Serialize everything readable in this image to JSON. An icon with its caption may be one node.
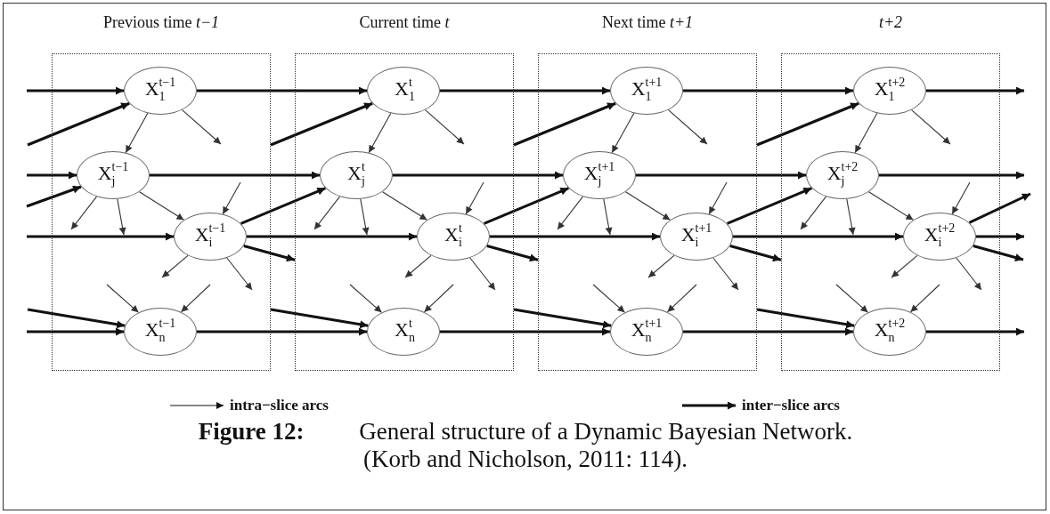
{
  "diagram": {
    "caption": "**Figure 12:** General structure of a Dynamic Bayesian Network. (Korb and Nicholson, 2011: 114).",
    "nodes": [
      {
        "text": [
          "Previous time *t−1*"
        ]
      },
      {
        "text": [
          "X$_{1}$$^{t−1}$"
        ],
        "in": 0
      },
      {
        "text": [
          "X$_{j}$$^{t−1}$"
        ],
        "in": 0
      },
      {
        "text": [
          "X$_{i}$$^{t−1}$"
        ],
        "in": 0
      },
      {
        "text": [
          "X$_{n}$$^{t−1}$"
        ],
        "in": 0
      },
      {
        "text": [
          "Current time *t*"
        ]
      },
      {
        "text": [
          "X$_{1}$$^{t}$"
        ],
        "in": 5
      },
      {
        "text": [
          "X$_{j}$$^{t}$"
        ],
        "in": 5
      },
      {
        "text": [
          "X$_{i}$$^{t}$"
        ],
        "in": 5
      },
      {
        "text": [
          "X$_{n}$$^{t}$"
        ],
        "in": 5
      },
      {
        "text": [
          "Next time *t+1*"
        ]
      },
      {
        "text": [
          "X$_{1}$$^{t+1}$"
        ],
        "in": 10
      },
      {
        "text": [
          "X$_{j}$$^{t+1}$"
        ],
        "in": 10
      },
      {
        "text": [
          "X$_{i}$$^{t+1}$"
        ],
        "in": 10
      },
      {
        "text": [
          "X$_{n}$$^{t+1}$"
        ],
        "in": 10
      },
      {
        "text": [
          "t+2"
        ]
      },
      {
        "text": [
          "X$_{1}$$^{t+2}$"
        ],
        "in": 15
      },
      {
        "text": [
          "X$_{j}$$^{t+2}$"
        ],
        "in": 15
      },
      {
        "text": [
          "X$_{i}$$^{t+2}$"
        ],
        "in": 15
      },
      {
        "text": [
          "X$_{n}$$^{t+2}$"
        ],
        "in": 15
      }
    ],
    "edges": [
      {
        "from": null,
        "to": 1,
        "arrow": "to",
        "style": "thick"
      },
      {
        "from": null,
        "to": 1,
        "arrow": "to",
        "style": "thick"
      },
      {
        "from": null,
        "to": 2,
        "arrow": "to",
        "style": "thick"
      },
      {
        "from": null,
        "to": 2,
        "arrow": "to",
        "style": "thick"
      },
      {
        "from": null,
        "to": 3,
        "arrow": "to",
        "style": "thick"
      },
      {
        "from": null,
        "to": 4,
        "arrow": "to",
        "style": "thick"
      },
      {
        "from": null,
        "to": 4,
        "arrow": "to",
        "style": "thick"
      },
      {
        "from": 3,
        "to": 5,
        "arrow": "to",
        "style": "thick"
      },
      {
        "from": 1,
        "to": 2,
        "arrow": "to"
      },
      {
        "from": 1,
        "to": null,
        "arrow": "to"
      },
      {
        "from": 2,
        "to": 3,
        "arrow": "to"
      },
      {
        "from": 2,
        "to": null,
        "arrow": "to"
      },
      {
        "from": 2,
        "to": null,
        "arrow": "to"
      },
      {
        "from": null,
        "to": 3,
        "arrow": "to"
      },
      {
        "from": 3,
        "to": null,
        "arrow": "to"
      },
      {
        "from": 3,
        "to": null,
        "arrow": "to"
      },
      {
        "from": null,
        "to": 4,
        "arrow": "to"
      },
      {
        "from": null,
        "to": 4,
        "arrow": "to"
      },
      {
        "from": 1,
        "to": 6,
        "arrow": "to",
        "style": "thick"
      },
      {
        "from": 0,
        "to": 6,
        "arrow": "to",
        "style": "thick"
      },
      {
        "from": 2,
        "to": 7,
        "arrow": "to",
        "style": "thick"
      },
      {
        "from": 3,
        "to": 7,
        "arrow": "to",
        "style": "thick"
      },
      {
        "from": 3,
        "to": 8,
        "arrow": "to",
        "style": "thick"
      },
      {
        "from": 4,
        "to": 9,
        "arrow": "to",
        "style": "thick"
      },
      {
        "from": 0,
        "to": 9,
        "arrow": "to",
        "style": "thick"
      },
      {
        "from": 8,
        "to": 10,
        "arrow": "to",
        "style": "thick"
      },
      {
        "from": 6,
        "to": 7,
        "arrow": "to"
      },
      {
        "from": 6,
        "to": null,
        "arrow": "to"
      },
      {
        "from": 7,
        "to": 8,
        "arrow": "to"
      },
      {
        "from": 7,
        "to": null,
        "arrow": "to"
      },
      {
        "from": 7,
        "to": null,
        "arrow": "to"
      },
      {
        "from": null,
        "to": 8,
        "arrow": "to"
      },
      {
        "from": 8,
        "to": null,
        "arrow": "to"
      },
      {
        "from": 8,
        "to": null,
        "arrow": "to"
      },
      {
        "from": null,
        "to": 9,
        "arrow": "to"
      },
      {
        "from": null,
        "to": 9,
        "arrow": "to"
      },
      {
        "from": 6,
        "to": 11,
        "arrow": "to",
        "style": "thick"
      },
      {
        "from": 5,
        "to": 11,
        "arrow": "to",
        "style": "thick"
      },
      {
        "from": 7,
        "to": 12,
        "arrow": "to",
        "style": "thick"
      },
      {
        "from": 8,
        "to": 12,
        "arrow": "to",
        "style": "thick"
      },
      {
        "from": 8,
        "to": 13,
        "arrow": "to",
        "style": "thick"
      },
      {
        "from": 9,
        "to": 14,
        "arrow": "to",
        "style": "thick"
      },
      {
        "from": 5,
        "to": 14,
        "arrow": "to",
        "style": "thick"
      },
      {
        "from": 13,
        "to": 15,
        "arrow": "to",
        "style": "thick"
      },
      {
        "from": 11,
        "to": 12,
        "arrow": "to"
      },
      {
        "from": 11,
        "to": null,
        "arrow": "to"
      },
      {
        "from": 12,
        "to": 13,
        "arrow": "to"
      },
      {
        "from": 12,
        "to": null,
        "arrow": "to"
      },
      {
        "from": 12,
        "to": null,
        "arrow": "to"
      },
      {
        "from": null,
        "to": 13,
        "arrow": "to"
      },
      {
        "from": 13,
        "to": null,
        "arrow": "to"
      },
      {
        "from": 13,
        "to": null,
        "arrow": "to"
      },
      {
        "from": null,
        "to": 14,
        "arrow": "to"
      },
      {
        "from": null,
        "to": 14,
        "arrow": "to"
      },
      {
        "from": 11,
        "to": 16,
        "arrow": "to",
        "style": "thick"
      },
      {
        "from": 10,
        "to": 16,
        "arrow": "to",
        "style": "thick"
      },
      {
        "from": 12,
        "to": 17,
        "arrow": "to",
        "style": "thick"
      },
      {
        "from": 13,
        "to": 17,
        "arrow": "to",
        "style": "thick"
      },
      {
        "from": 13,
        "to": 18,
        "arrow": "to",
        "style": "thick"
      },
      {
        "from": 14,
        "to": 19,
        "arrow": "to",
        "style": "thick"
      },
      {
        "from": 10,
        "to": 19,
        "arrow": "to",
        "style": "thick"
      },
      {
        "from": 18,
        "to": null,
        "arrow": "to",
        "style": "thick"
      },
      {
        "from": 16,
        "to": 17,
        "arrow": "to"
      },
      {
        "from": 16,
        "to": null,
        "arrow": "to"
      },
      {
        "from": 17,
        "to": 18,
        "arrow": "to"
      },
      {
        "from": 17,
        "to": null,
        "arrow": "to"
      },
      {
        "from": 17,
        "to": null,
        "arrow": "to"
      },
      {
        "from": null,
        "to": 18,
        "arrow": "to"
      },
      {
        "from": 18,
        "to": null,
        "arrow": "to"
      },
      {
        "from": 18,
        "to": null,
        "arrow": "to"
      },
      {
        "from": null,
        "to": 19,
        "arrow": "to"
      },
      {
        "from": null,
        "to": 19,
        "arrow": "to"
      },
      {
        "from": 16,
        "to": null,
        "arrow": "to",
        "style": "thick"
      },
      {
        "from": 17,
        "to": null,
        "arrow": "to",
        "style": "thick"
      },
      {
        "from": 18,
        "to": null,
        "arrow": "to",
        "style": "thick"
      },
      {
        "from": 18,
        "to": null,
        "arrow": "to",
        "style": "thick"
      },
      {
        "from": 19,
        "to": null,
        "arrow": "to",
        "style": "thick"
      }
    ],
    "legend": [
      {
        "text": "intra−slice arcs"
      },
      {
        "text": "inter−slice arcs"
      }
    ]
  }
}
